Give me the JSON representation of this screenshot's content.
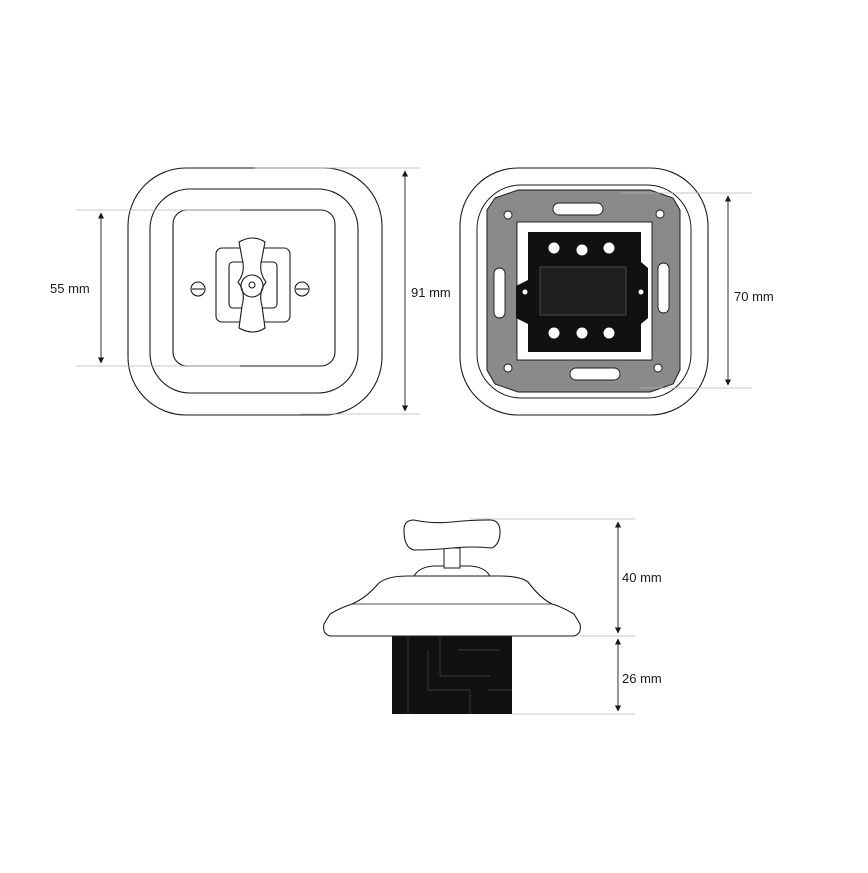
{
  "dimensions": {
    "face_inner": "55 mm",
    "face_outer": "91 mm",
    "mechanism": "70 mm",
    "knob_height": "40 mm",
    "body_depth": "26 mm"
  },
  "colors": {
    "line": "#1a1a1a",
    "frame": "#8a8a8a",
    "mechanism": "#111111",
    "dimension_line": "#b5b5b5"
  },
  "views": [
    "front-view",
    "back-view",
    "side-view"
  ]
}
